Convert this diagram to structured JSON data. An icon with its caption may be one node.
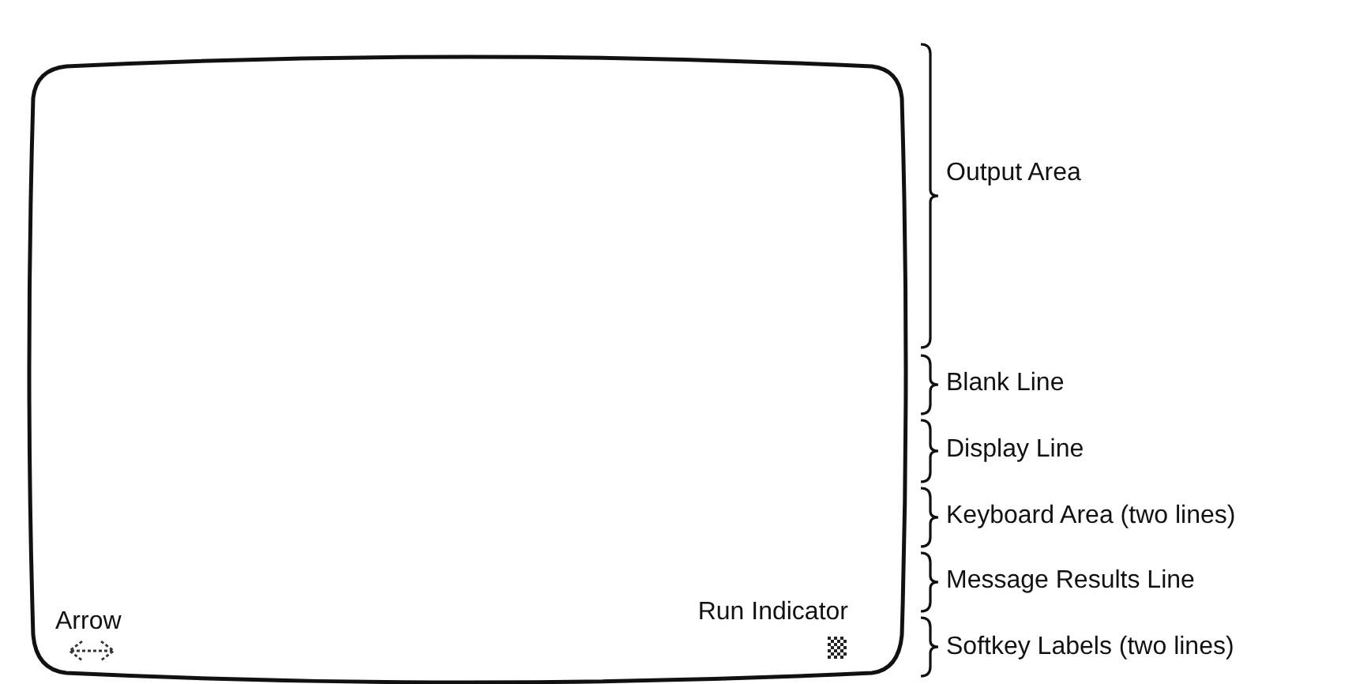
{
  "diagram": {
    "labels": [
      "Output Area",
      "Blank Line",
      "Display Line",
      "Keyboard Area (two lines)",
      "Message Results Line",
      "Arrow",
      "Run Indicator",
      "Softkey Labels (two lines)"
    ]
  }
}
